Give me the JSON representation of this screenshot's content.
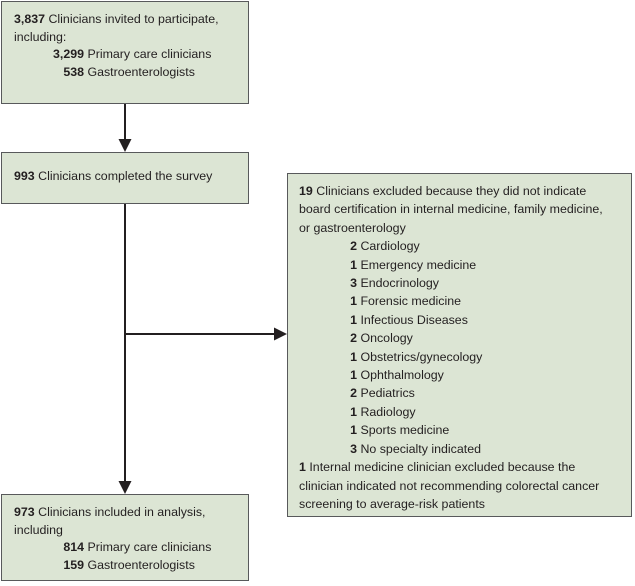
{
  "figure": {
    "type": "flow-diagram",
    "title": "Participant flow diagram",
    "colors": {
      "node_fill": "#dce5d4",
      "node_border": "#58595b",
      "text": "#231f20",
      "connector": "#231f20",
      "background": "#ffffff"
    }
  },
  "nodes": {
    "invited": {
      "name": "clinicians-invited",
      "lines": [
        {
          "num": "3,837",
          "text": "Clinicians invited to participate,"
        },
        {
          "num": "",
          "text": "including:"
        }
      ],
      "sub_lines": [
        {
          "num": "3,299",
          "text": "Primary care clinicians"
        },
        {
          "num": "538",
          "text": "Gastroenterologists"
        }
      ]
    },
    "completed": {
      "name": "clinicians-completed-survey",
      "lines": [
        {
          "num": "993",
          "text": "Clinicians completed the survey"
        }
      ],
      "sub_lines": []
    },
    "excluded": {
      "name": "clinicians-excluded",
      "lines": [
        {
          "num": "19",
          "text": "Clinicians excluded because they did not indicate"
        },
        {
          "num": "",
          "text": "board certification in internal medicine, family medicine,"
        },
        {
          "num": "",
          "text": "or gastroenterology"
        }
      ],
      "sub_lines": [
        {
          "num": "2",
          "text": "Cardiology"
        },
        {
          "num": "1",
          "text": "Emergency medicine"
        },
        {
          "num": "3",
          "text": "Endocrinology"
        },
        {
          "num": "1",
          "text": "Forensic medicine"
        },
        {
          "num": "1",
          "text": "Infectious Diseases"
        },
        {
          "num": "2",
          "text": "Oncology"
        },
        {
          "num": "1",
          "text": "Obstetrics/gynecology"
        },
        {
          "num": "1",
          "text": "Ophthalmology"
        },
        {
          "num": "2",
          "text": "Pediatrics"
        },
        {
          "num": "1",
          "text": "Radiology"
        },
        {
          "num": "1",
          "text": "Sports medicine"
        },
        {
          "num": "3",
          "text": "No specialty indicated"
        }
      ],
      "trailing_lines": [
        {
          "num": "1",
          "text": "Internal medicine clinician excluded because the"
        },
        {
          "num": "",
          "text": "clinician indicated not recommending colorectal cancer"
        },
        {
          "num": "",
          "text": "screening to average-risk patients"
        }
      ]
    },
    "included": {
      "name": "clinicians-included-in-analysis",
      "lines": [
        {
          "num": "973",
          "text": "Clinicians included in analysis,"
        },
        {
          "num": "",
          "text": "including"
        }
      ],
      "sub_lines": [
        {
          "num": "814",
          "text": "Primary care clinicians"
        },
        {
          "num": "159",
          "text": "Gastroenterologists"
        }
      ]
    }
  },
  "connectors": [
    {
      "name": "invited-to-completed",
      "from": "invited",
      "to": "completed",
      "direction": "down"
    },
    {
      "name": "completed-to-excluded",
      "from": "completed",
      "to": "excluded",
      "direction": "right"
    },
    {
      "name": "completed-to-included",
      "from": "completed",
      "to": "included",
      "direction": "down"
    }
  ]
}
